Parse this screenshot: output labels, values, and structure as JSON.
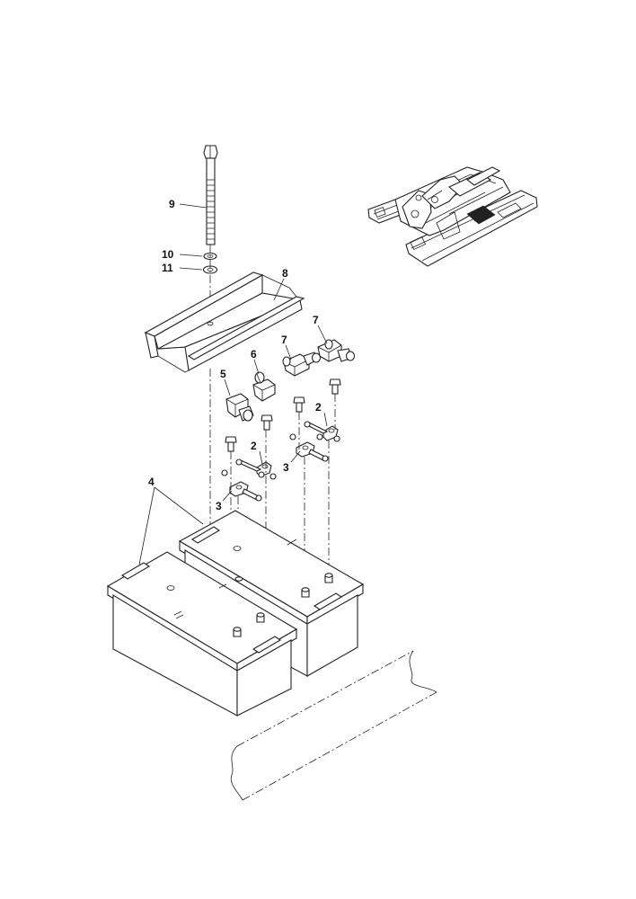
{
  "diagram": {
    "callouts": [
      {
        "id": "c2a",
        "label": "2"
      },
      {
        "id": "c2b",
        "label": "2"
      },
      {
        "id": "c3a",
        "label": "3"
      },
      {
        "id": "c3b",
        "label": "3"
      },
      {
        "id": "c4",
        "label": "4"
      },
      {
        "id": "c5",
        "label": "5"
      },
      {
        "id": "c6",
        "label": "6"
      },
      {
        "id": "c7a",
        "label": "7"
      },
      {
        "id": "c7b",
        "label": "7"
      },
      {
        "id": "c8",
        "label": "8"
      },
      {
        "id": "c9",
        "label": "9"
      },
      {
        "id": "c10",
        "label": "10"
      },
      {
        "id": "c11",
        "label": "11"
      }
    ]
  }
}
